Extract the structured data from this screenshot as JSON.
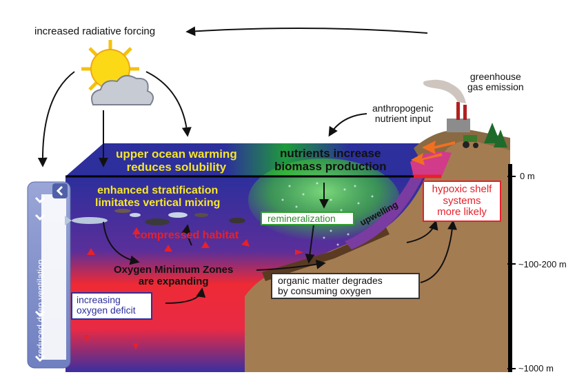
{
  "labels": {
    "forcing": "increased radiative forcing",
    "greenhouse_1": "greenhouse",
    "greenhouse_2": "gas emission",
    "anthro_1": "anthropogenic",
    "anthro_2": "nutrient input",
    "warming_1": "upper ocean warming",
    "warming_2": "reduces solubility",
    "nutrients_1": "nutrients increase",
    "nutrients_2": "biomass production",
    "strat_1": "enhanced stratification",
    "strat_2": "limitates vertical mixing",
    "remin": "remineralization",
    "upwelling": "upwelling",
    "habitat": "compressed habitat",
    "omz_1": "Oxygen Minimum Zones",
    "omz_2": "are expanding",
    "organic_1": "organic matter degrades",
    "organic_2": "by consuming oxygen",
    "deficit_1": "increasing",
    "deficit_2": "oxygen deficit",
    "hypoxic_1": "hypoxic shelf",
    "hypoxic_2": "systems",
    "hypoxic_3": "more likely",
    "ventilation": "reduced deep ventilation",
    "depth_0": "0 m",
    "depth_1": "~100-200 m",
    "depth_2": "~1000 m"
  },
  "colors": {
    "ocean_blue": "#2c2f9c",
    "ocean_red": "#ee2a35",
    "seafloor": "#a47c52",
    "nutrient_green": "#3dbb3a",
    "label_yellow": "#f5e62a",
    "label_red": "#e8202a",
    "ventilation_panel": "#8a96c8"
  }
}
